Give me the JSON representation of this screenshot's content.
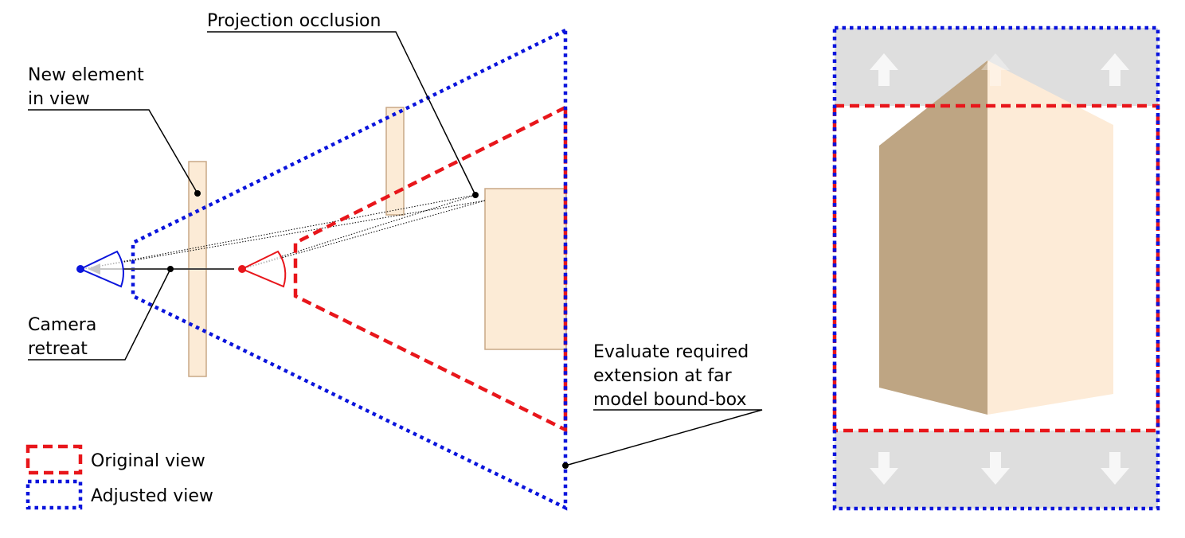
{
  "labels": {
    "projection_occlusion": "Projection occlusion",
    "new_element_line1": "New element",
    "new_element_line2": "in view",
    "camera_line1": "Camera",
    "camera_line2": "retreat",
    "evaluate_line1": "Evaluate required",
    "evaluate_line2": "extension at far",
    "evaluate_line3": "model bound-box"
  },
  "legend": {
    "original": "Original view",
    "adjusted": "Adjusted view"
  },
  "colors": {
    "original_view": "#e8161b",
    "adjusted_view": "#0a14dc",
    "element_fill": "#fcebd6",
    "element_stroke": "#c8a886",
    "box_dark_face": "#bea583",
    "box_light_face": "#fdebd7",
    "extension_band": "#dedede"
  },
  "icons": {
    "extension_up": "arrow-up-icon",
    "extension_down": "arrow-down-icon"
  }
}
